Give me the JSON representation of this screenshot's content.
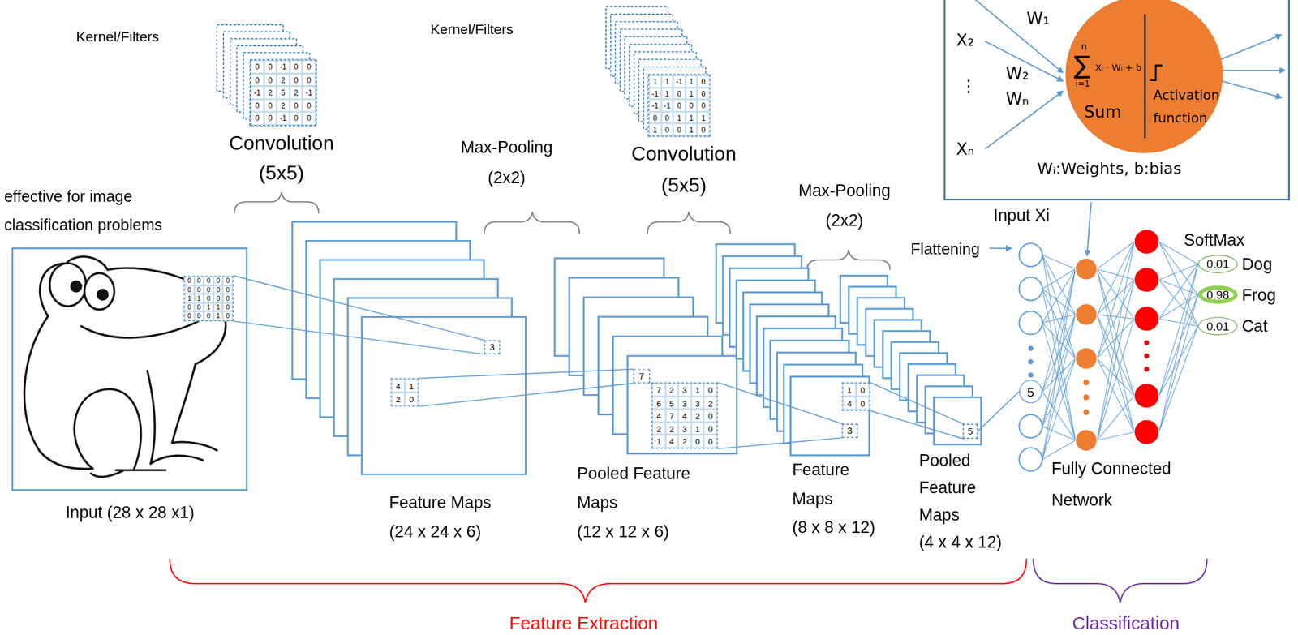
{
  "diagram": {
    "nodes": [
      {
        "text": [
          "0",
          "0",
          "-1",
          "0",
          "0",
          "0",
          "0",
          "2",
          "0",
          "0",
          "-1",
          "2",
          "5",
          "2",
          "-1",
          "0",
          "0",
          "2",
          "0",
          "0",
          "0",
          "0",
          "-1",
          "0",
          "0"
        ]
      },
      {
        "text": [
          "1",
          "1",
          "-1",
          "1",
          "0",
          "-1",
          "1",
          "0",
          "1",
          "0",
          "-1",
          "-1",
          "0",
          "0",
          "0",
          "0",
          "0",
          "1",
          "1",
          "1",
          "1",
          "0",
          "0",
          "1",
          "0"
        ]
      },
      {
        "text": [
          "W₁",
          "X₂",
          "W₂",
          "⋮",
          "Wₙ",
          "Xₙ",
          "Wᵢ:Weights, b:bias"
        ]
      },
      {
        "text": [
          "n",
          "∑",
          "i=1",
          "Xᵢ · Wᵢ + b",
          "Sum",
          "Activation function"
        ],
        "in": 2
      },
      {
        "text": [
          "0",
          "0",
          "0",
          "0",
          "0",
          "0",
          "0",
          "0",
          "0",
          "0",
          "1",
          "1",
          "0",
          "0",
          "0",
          "0",
          "0",
          "1",
          "1",
          "0",
          "0",
          "0",
          "0",
          "1",
          "0"
        ]
      },
      {
        "text": [
          "3"
        ]
      },
      {
        "text": [
          "4",
          "1",
          "2",
          "0"
        ]
      },
      {
        "text": [
          "7"
        ]
      },
      {
        "text": [
          "7",
          "2",
          "3",
          "1",
          "0",
          "6",
          "5",
          "3",
          "3",
          "2",
          "4",
          "7",
          "4",
          "2",
          "0",
          "2",
          "2",
          "3",
          "1",
          "0",
          "1",
          "4",
          "2",
          "0",
          "0"
        ]
      },
      {
        "text": [
          "3"
        ]
      },
      {
        "text": [
          "1",
          "0",
          "4",
          "0"
        ]
      },
      {
        "text": [
          "5"
        ]
      },
      {
        "text": [
          "5"
        ]
      },
      {
        "text": [
          "0.01"
        ]
      },
      {
        "text": [
          "0.98"
        ]
      },
      {
        "text": [
          "0.01"
        ]
      }
    ],
    "edges": [
      {
        "from": 4,
        "to": 5,
        "arrow": "none"
      },
      {
        "from": 6,
        "to": 7,
        "arrow": "none"
      },
      {
        "from": 8,
        "to": 9,
        "arrow": "none"
      },
      {
        "from": 10,
        "to": 11,
        "arrow": "none"
      },
      {
        "from": 11,
        "to": 12,
        "arrow": "none"
      }
    ],
    "labels": [
      "Kernel/Filters",
      "Convolution (5x5)",
      "Kernel/Filters",
      "Max-Pooling (2x2)",
      "Convolution (5x5)",
      "Max-Pooling (2x2)",
      "effective for image classification problems",
      "Input Xi",
      "Flattening",
      "SoftMax",
      "Dog",
      "Frog",
      "Cat",
      "Input (28 x 28 x1)",
      "Feature Maps",
      "(24 x 24 x 6)",
      "Pooled Feature Maps",
      "(12 x 12 x 6)",
      "Feature Maps",
      "(8 x 8 x 12)",
      "Pooled Feature Maps",
      "(4 x 4 x 12)",
      "Fully Connected Network",
      "Feature Extraction",
      "Classification"
    ]
  }
}
